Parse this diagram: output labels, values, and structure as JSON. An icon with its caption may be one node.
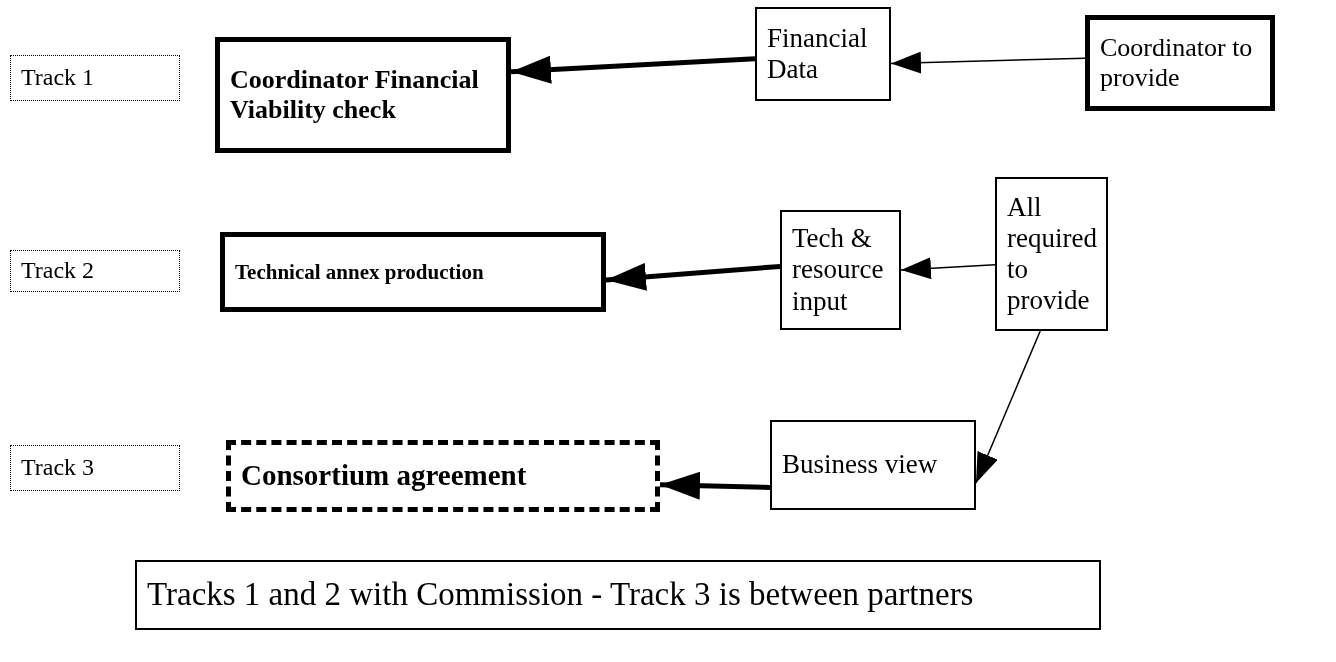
{
  "diagram": {
    "nodes": [
      {
        "text": [
          "Track 1"
        ]
      },
      {
        "text": [
          "Coordinator Financial Viability check"
        ]
      },
      {
        "text": [
          "Financial Data"
        ]
      },
      {
        "text": [
          "Coordinator to provide"
        ]
      },
      {
        "text": [
          "Track 2"
        ]
      },
      {
        "text": [
          "Technical annex production"
        ]
      },
      {
        "text": [
          "Tech & resource input"
        ]
      },
      {
        "text": [
          "All required to provide"
        ]
      },
      {
        "text": [
          "Track 3"
        ]
      },
      {
        "text": [
          "Consortium agreement"
        ]
      },
      {
        "text": [
          "Business view"
        ]
      },
      {
        "text": [
          "Tracks 1 and 2 with Commission - Track 3 is between partners"
        ]
      }
    ],
    "edges": [
      {
        "from": 2,
        "to": 1,
        "arrow": "to",
        "style": "thick"
      },
      {
        "from": 3,
        "to": 2,
        "arrow": "to"
      },
      {
        "from": 6,
        "to": 5,
        "arrow": "to",
        "style": "thick"
      },
      {
        "from": 7,
        "to": 6,
        "arrow": "to"
      },
      {
        "from": 7,
        "to": 10,
        "arrow": "to"
      },
      {
        "from": 10,
        "to": 9,
        "arrow": "to",
        "style": "thick"
      }
    ]
  }
}
